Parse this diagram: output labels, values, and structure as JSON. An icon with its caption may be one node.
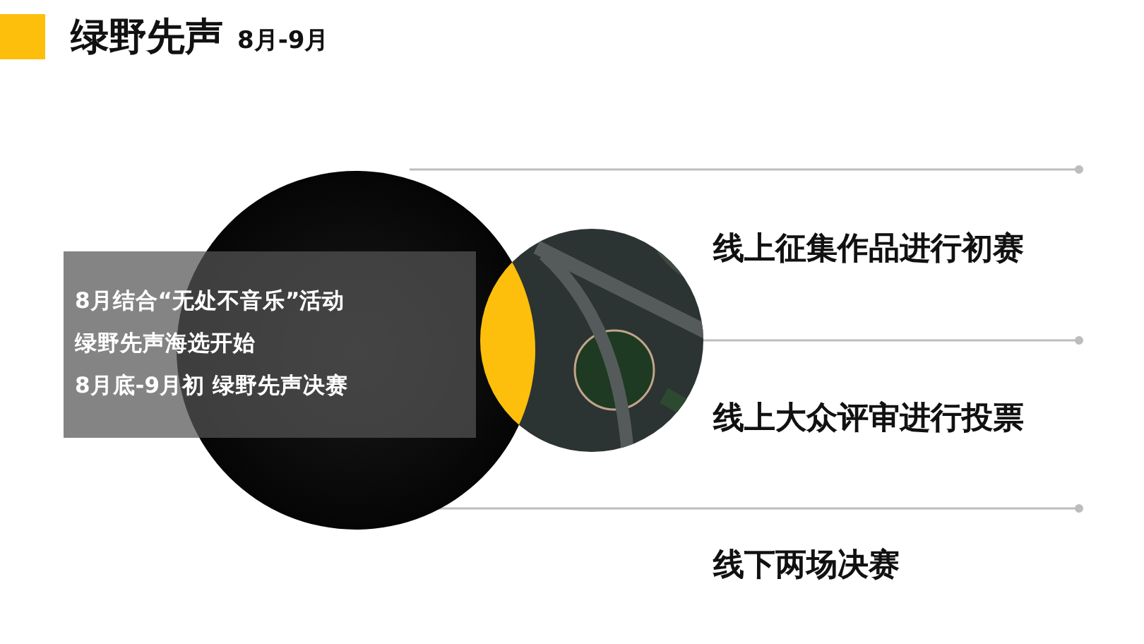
{
  "diagram": {
    "title": "绿野先声",
    "nodes": [
      {
        "text": [
          "8月结合“无处不音乐”活动",
          "绿野先声海选开始",
          "8月底-9月初 绿野先声决赛"
        ]
      }
    ],
    "labels": [
      "8月-9月",
      "线上征集作品进行初赛",
      "线上大众评审进行投票",
      "线下两场决赛"
    ]
  }
}
